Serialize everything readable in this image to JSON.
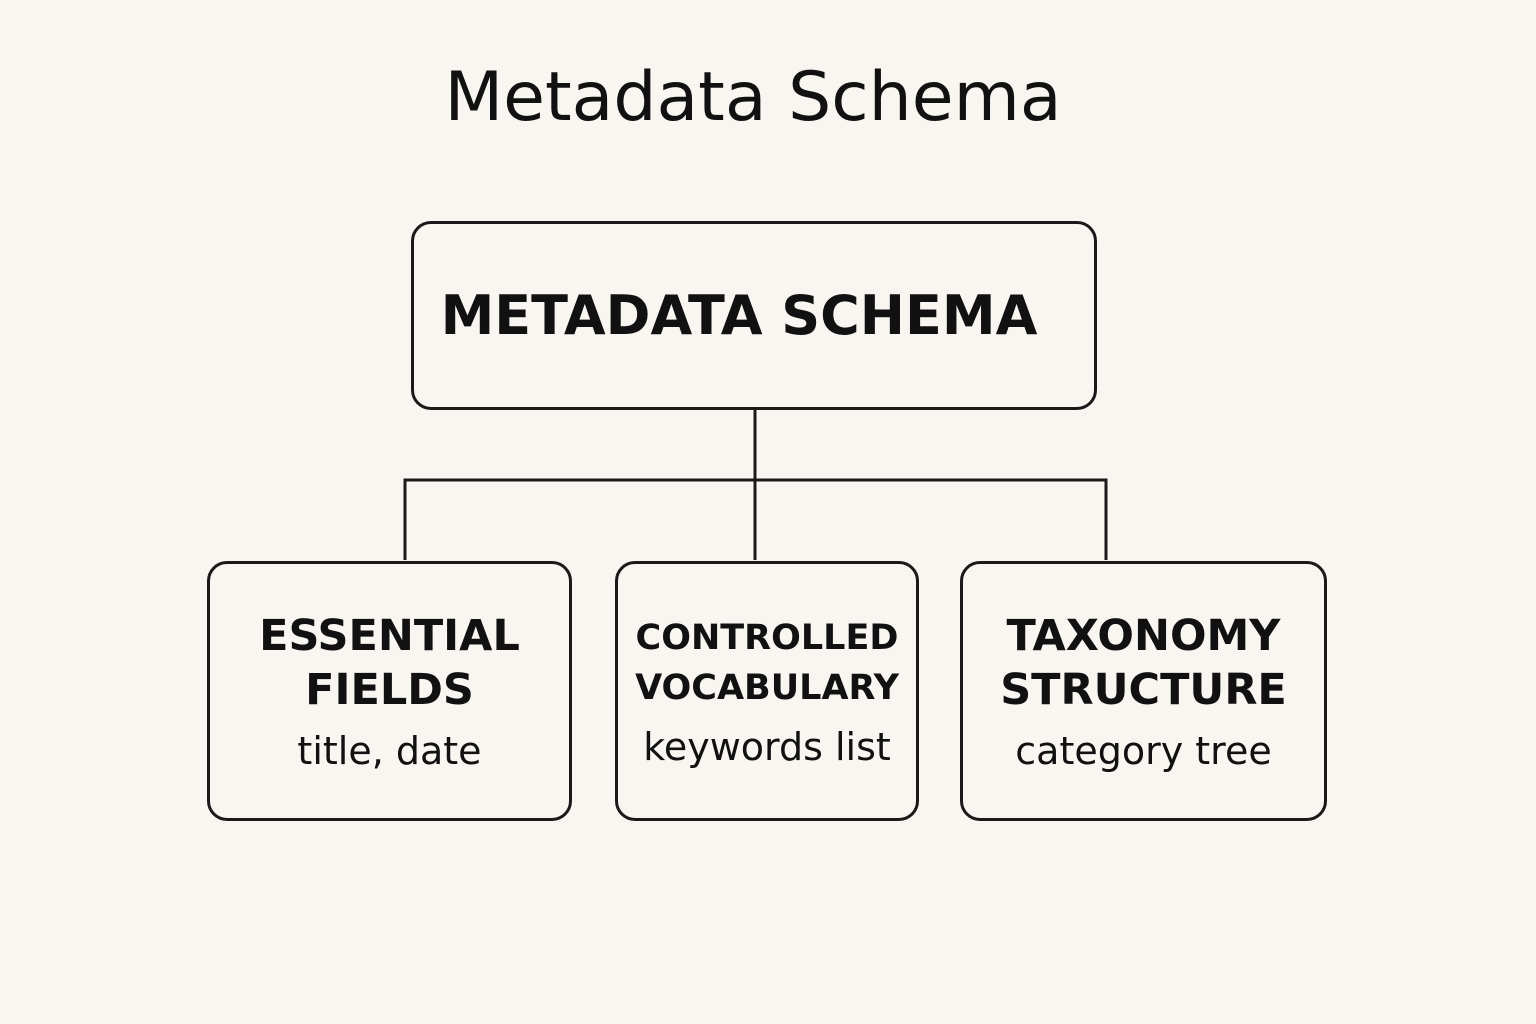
{
  "title": "Metadata Schema",
  "root": {
    "label": "METADATA SCHEMA"
  },
  "children": [
    {
      "heading_lines": [
        "ESSENTIAL",
        "FIELDS"
      ],
      "sub": "title, date"
    },
    {
      "heading_lines": [
        "CONTROLLED",
        "VOCABULARY"
      ],
      "sub": "keywords list"
    },
    {
      "heading_lines": [
        "TAXONOMY",
        "STRUCTURE"
      ],
      "sub": "category tree"
    }
  ]
}
